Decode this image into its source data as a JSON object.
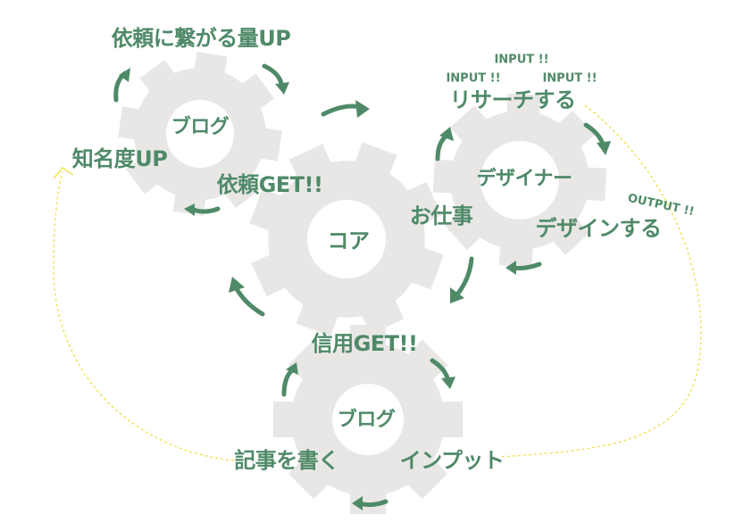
{
  "colors": {
    "gear": "#e8e7e5",
    "hole": "#ffffff",
    "text": "#4f8a68",
    "arrow": "#4f8a68",
    "dashed": "#f2e25c"
  },
  "gears": {
    "blog_top": {
      "center_label": "ブログ"
    },
    "core": {
      "center_label": "コア"
    },
    "designer": {
      "center_label": "デザイナー"
    },
    "blog_bottom": {
      "center_label": "ブログ"
    }
  },
  "labels": {
    "request_volume_up": "依頼に繋がる量UP",
    "awareness_up": "知名度UP",
    "request_get": "依頼GET!!",
    "research": "リサーチする",
    "input_1": "INPUT !!",
    "input_2": "INPUT !!",
    "input_3": "INPUT !!",
    "output": "OUTPUT !!",
    "design": "デザインする",
    "work": "お仕事",
    "trust_get": "信用GET!!",
    "write_article": "記事を書く",
    "input_jp": "インプット"
  }
}
